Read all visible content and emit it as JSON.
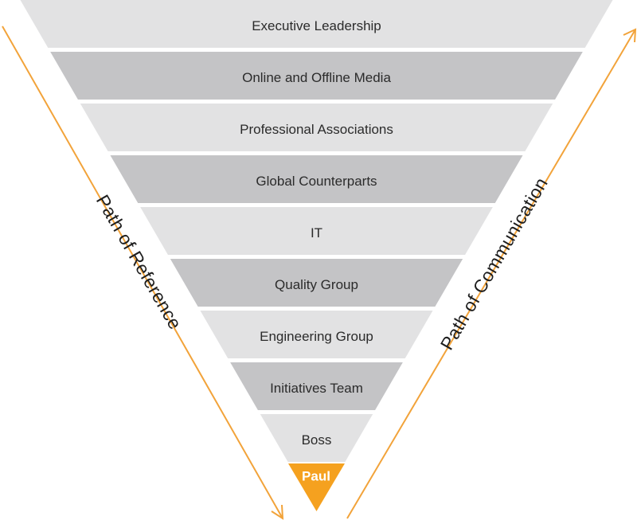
{
  "layers": [
    {
      "label": "Executive Leadership",
      "shade": "light"
    },
    {
      "label": "Online and Offline Media",
      "shade": "dark"
    },
    {
      "label": "Professional Associations",
      "shade": "light"
    },
    {
      "label": "Global Counterparts",
      "shade": "dark"
    },
    {
      "label": "IT",
      "shade": "light"
    },
    {
      "label": "Quality Group",
      "shade": "dark"
    },
    {
      "label": "Engineering Group",
      "shade": "light"
    },
    {
      "label": "Initiatives Team",
      "shade": "dark"
    },
    {
      "label": "Boss",
      "shade": "light"
    }
  ],
  "apex": {
    "label": "Paul"
  },
  "left_path": {
    "label": "Path of Reference",
    "direction": "down"
  },
  "right_path": {
    "label": "Path of Communication",
    "direction": "up"
  },
  "colors": {
    "light_band": "#e2e2e3",
    "dark_band": "#c4c4c6",
    "accent": "#f5a11f",
    "arrow": "#f2a33a"
  }
}
